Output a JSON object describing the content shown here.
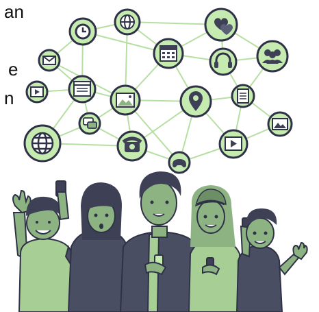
{
  "text_fragments": [
    "an",
    "e",
    "n"
  ],
  "colors": {
    "node_fill": "#c6ebb0",
    "node_stroke": "#2f3246",
    "link_line": "#b7dfa3",
    "skin": "#8db383",
    "hair": "#3e4155",
    "shirt_dark": "#4a4e63",
    "shirt_green": "#a7cf95",
    "background": "#ffffff"
  },
  "network": {
    "nodes": [
      {
        "icon": "clock-icon"
      },
      {
        "icon": "globe-icon"
      },
      {
        "icon": "hearts-icon"
      },
      {
        "icon": "mail-icon"
      },
      {
        "icon": "calendar-icon"
      },
      {
        "icon": "headset-icon"
      },
      {
        "icon": "group-icon"
      },
      {
        "icon": "video-icon"
      },
      {
        "icon": "browser-window-icon"
      },
      {
        "icon": "image-icon"
      },
      {
        "icon": "location-pin-icon"
      },
      {
        "icon": "document-icon"
      },
      {
        "icon": "chat-bubbles-icon"
      },
      {
        "icon": "landscape-image-icon"
      },
      {
        "icon": "globe-icon"
      },
      {
        "icon": "telephone-icon"
      },
      {
        "icon": "gamepad-icon"
      },
      {
        "icon": "video-player-icon"
      }
    ]
  },
  "people": [
    {
      "role": "boy-waving"
    },
    {
      "role": "girl-with-phone-raised"
    },
    {
      "role": "boy-center-with-phone"
    },
    {
      "role": "girl-headband-with-phone"
    },
    {
      "role": "boy-right-waving"
    }
  ]
}
